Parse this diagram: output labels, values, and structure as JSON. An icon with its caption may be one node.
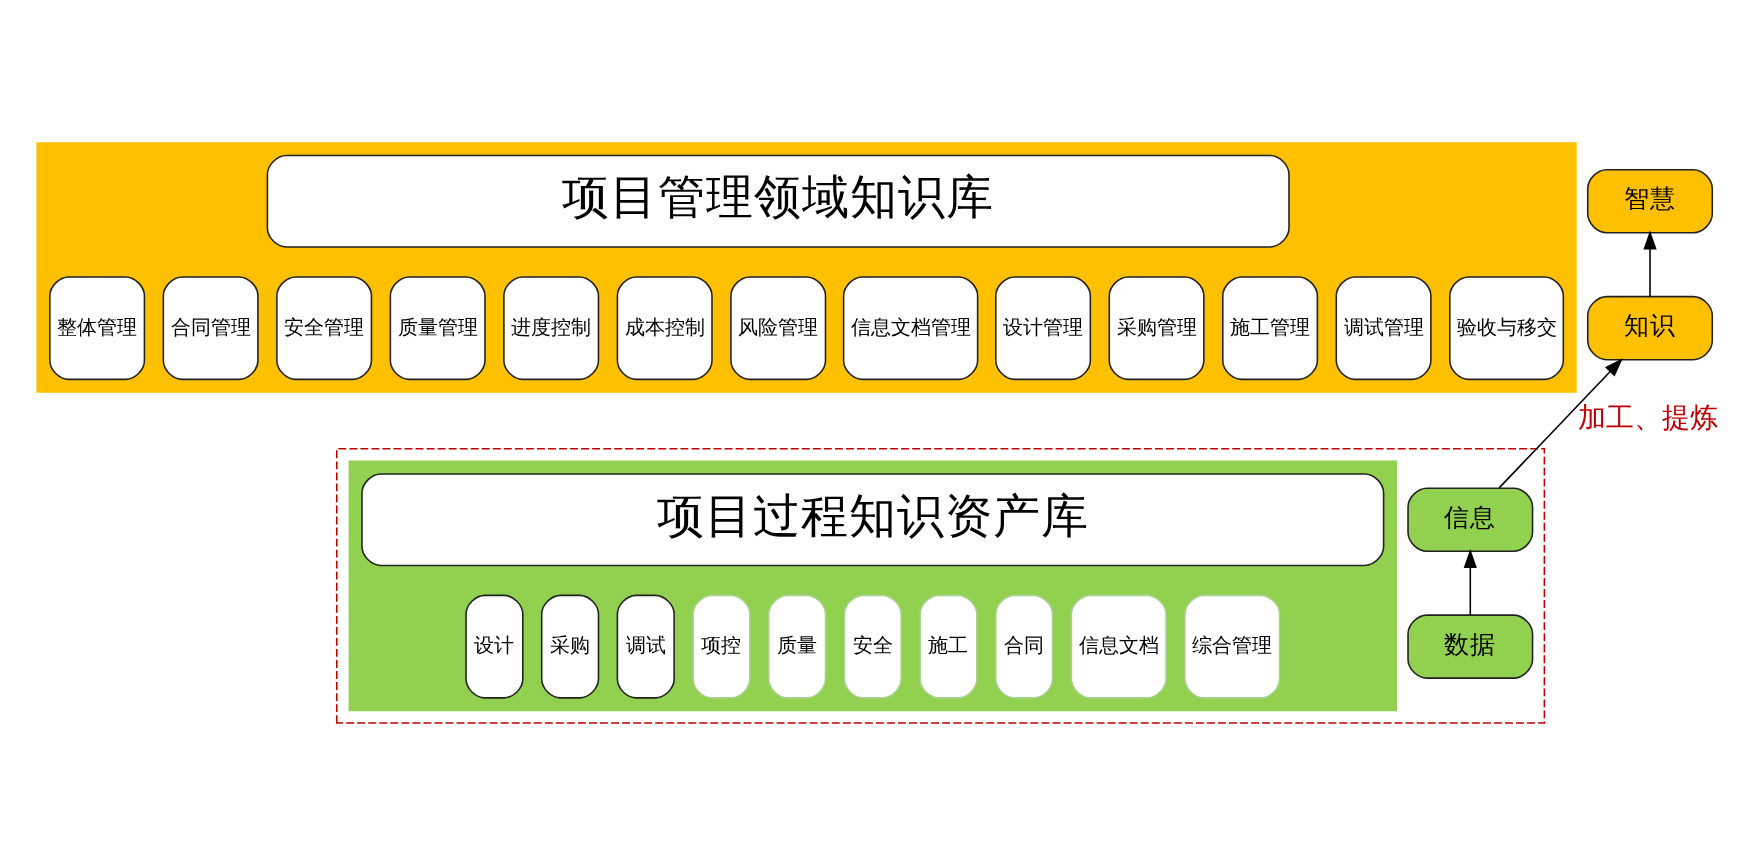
{
  "diagram": {
    "nodes": [
      {
        "text": [
          "智慧"
        ]
      },
      {
        "text": [
          "知识"
        ]
      },
      {
        "text": [],
        "shape": "box"
      },
      {
        "text": [
          "项目管理领域知识库"
        ],
        "in": 2
      },
      {
        "text": [
          "整体管理"
        ],
        "in": 2
      },
      {
        "text": [
          "合同管理"
        ],
        "in": 2
      },
      {
        "text": [
          "安全管理"
        ],
        "in": 2
      },
      {
        "text": [
          "质量管理"
        ],
        "in": 2
      },
      {
        "text": [
          "进度控制"
        ],
        "in": 2
      },
      {
        "text": [
          "成本控制"
        ],
        "in": 2
      },
      {
        "text": [
          "风险管理"
        ],
        "in": 2
      },
      {
        "text": [
          "信息文档管理"
        ],
        "in": 2
      },
      {
        "text": [
          "设计管理"
        ],
        "in": 2
      },
      {
        "text": [
          "采购管理"
        ],
        "in": 2
      },
      {
        "text": [
          "施工管理"
        ],
        "in": 2
      },
      {
        "text": [
          "调试管理"
        ],
        "in": 2
      },
      {
        "text": [
          "验收与移交"
        ],
        "in": 2
      },
      {
        "text": [],
        "shape": "box"
      },
      {
        "text": [
          "信息"
        ],
        "in": 17
      },
      {
        "text": [
          "数据"
        ],
        "in": 17
      },
      {
        "text": [],
        "shape": "box",
        "in": 17
      },
      {
        "text": [
          "项目过程知识资产库"
        ],
        "in": 20
      },
      {
        "text": [
          "设计"
        ],
        "in": 20
      },
      {
        "text": [
          "采购"
        ],
        "in": 20
      },
      {
        "text": [
          "调试"
        ],
        "in": 20
      },
      {
        "text": [
          "项控"
        ],
        "in": 20
      },
      {
        "text": [
          "质量"
        ],
        "in": 20
      },
      {
        "text": [
          "安全"
        ],
        "in": 20
      },
      {
        "text": [
          "施工"
        ],
        "in": 20
      },
      {
        "text": [
          "合同"
        ],
        "in": 20
      },
      {
        "text": [
          "信息文档"
        ],
        "in": 20
      },
      {
        "text": [
          "综合管理"
        ],
        "in": 20
      }
    ],
    "edges": [
      {
        "from": 19,
        "to": 18,
        "arrow": "to"
      },
      {
        "from": 18,
        "to": 1,
        "arrow": "to",
        "label": "加工、提炼"
      },
      {
        "from": 1,
        "to": 0,
        "arrow": "to"
      }
    ]
  }
}
